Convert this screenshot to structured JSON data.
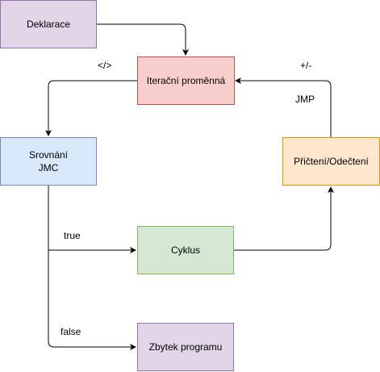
{
  "nodes": {
    "deklarace": {
      "text": "Deklarace",
      "fill": "#e1d5e7",
      "stroke": "#9673a6"
    },
    "iteracni": {
      "text": "Iterační proměnná",
      "fill": "#f8cecc",
      "stroke": "#b85450"
    },
    "srovnani": {
      "line1": "Srovnání",
      "line2": "JMC",
      "fill": "#dae8fc",
      "stroke": "#6c8ebf"
    },
    "pricteni": {
      "text": "Přičtení/Odečtení",
      "fill": "#ffe6cc",
      "stroke": "#d79b00"
    },
    "cyklus": {
      "text": "Cyklus",
      "fill": "#d5e8d4",
      "stroke": "#82b366"
    },
    "zbytek": {
      "text": "Zbytek programu",
      "fill": "#e1d5e7",
      "stroke": "#9673a6"
    }
  },
  "edge_labels": {
    "compare": "</>",
    "plusminus": "+/-",
    "jmp": "JMP",
    "true": "true",
    "false": "false"
  },
  "colors": {
    "edge": "#000000"
  }
}
